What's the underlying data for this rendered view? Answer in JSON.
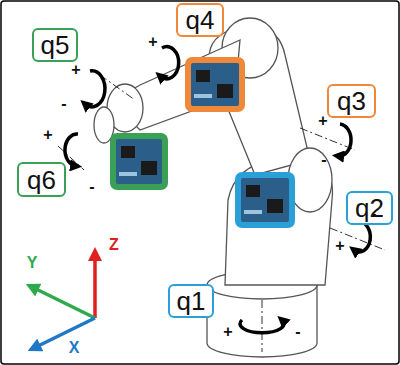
{
  "diagram": {
    "nodes": [
      {
        "text": [
          "q4"
        ]
      },
      {
        "text": [
          "q5"
        ]
      },
      {
        "text": [
          "q3"
        ]
      },
      {
        "text": [
          "q6"
        ]
      },
      {
        "text": [
          "q2"
        ]
      },
      {
        "text": [
          "q1"
        ]
      }
    ],
    "labels": [
      "+",
      "+",
      "-",
      "+",
      "-",
      "+",
      "-",
      "-",
      "+",
      "Y",
      "Z",
      "+",
      "-",
      "X"
    ]
  }
}
